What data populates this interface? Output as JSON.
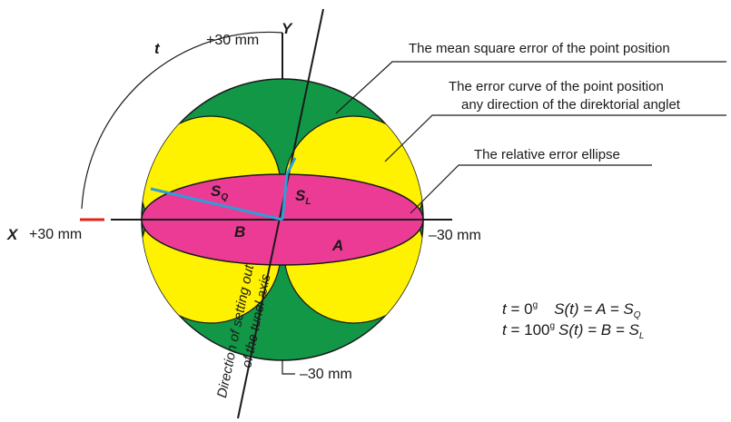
{
  "colors": {
    "circle": "#129747",
    "lobes": "#FFF200",
    "ellipse": "#EC3B95",
    "axis_blue": "#2A9FD8",
    "tick_red": "#E2231A",
    "stroke": "#1a1a1a"
  },
  "labels": {
    "t": "t",
    "y_axis": "Y",
    "x_axis": "X",
    "plus30_top": "+30 mm",
    "plus30_left": "+30 mm",
    "minus30_right": "–30 mm",
    "minus30_bottom": "–30 mm",
    "sq": "S",
    "sq_sub": "Q",
    "sl": "S",
    "sl_sub": "L",
    "b": "B",
    "a": "A",
    "direction_line1": "Direction of setting out",
    "direction_line2": "of the tunel axis"
  },
  "callouts": {
    "mean_square": "The mean square error of the point position",
    "error_curve_1": "The error curve of the point position",
    "error_curve_2": "any direction of the direktorial anglet",
    "relative_ellipse": "The relative error ellipse"
  },
  "formulas": {
    "f1": {
      "t_sym": "t",
      "eq": " = 0",
      "sup": "g",
      "rhs_s": "S",
      "rhs_rest": "(t) = A = S",
      "rhs_sub": "Q"
    },
    "f2": {
      "t_sym": "t",
      "eq": " = 100",
      "sup": "g",
      "rhs_s": "S",
      "rhs_rest": "(t) = B = S",
      "rhs_sub": "L"
    }
  }
}
